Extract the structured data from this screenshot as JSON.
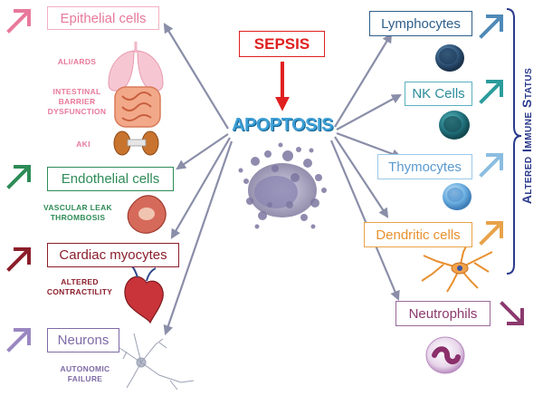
{
  "center": {
    "sepsis": "SEPSIS",
    "apoptosis": "APOPTOSIS"
  },
  "left": {
    "epithelial": "Epithelial cells",
    "ali_ards": "ALI/ARDS",
    "intestinal_1": "Intestinal",
    "intestinal_2": "Barrier",
    "intestinal_3": "dysfunction",
    "aki": "AKI",
    "endothelial": "Endothelial cells",
    "vascular_1": "Vascular leak",
    "vascular_2": "Thrombosis",
    "cardiac": "Cardiac myocytes",
    "altered_1": "Altered",
    "altered_2": "Contractility",
    "neurons": "Neurons",
    "autonomic_1": "Autonomic",
    "autonomic_2": "failure"
  },
  "right": {
    "lymphocytes": "Lymphocytes",
    "nk": "NK Cells",
    "thymocytes": "Thymocytes",
    "dendritic": "Dendritic cells",
    "neutrophils": "Neutrophils",
    "bracket_label": "Altered Immune Status"
  },
  "colors": {
    "epithelial": "#e8799b",
    "endothelial": "#2e8b57",
    "cardiac": "#8b1e2b",
    "neurons": "#7e6aa6",
    "lymphocytes": "#2e5f8a",
    "nk": "#2c8b9c",
    "thymocytes": "#6fa8d6",
    "dendritic": "#e8912e",
    "neutrophils": "#8b3a6e",
    "sepsis": "#e02020",
    "apoptosis": "#3d9fd6",
    "bracket": "#2b3a8c",
    "arrows": "#8a8ea8"
  }
}
